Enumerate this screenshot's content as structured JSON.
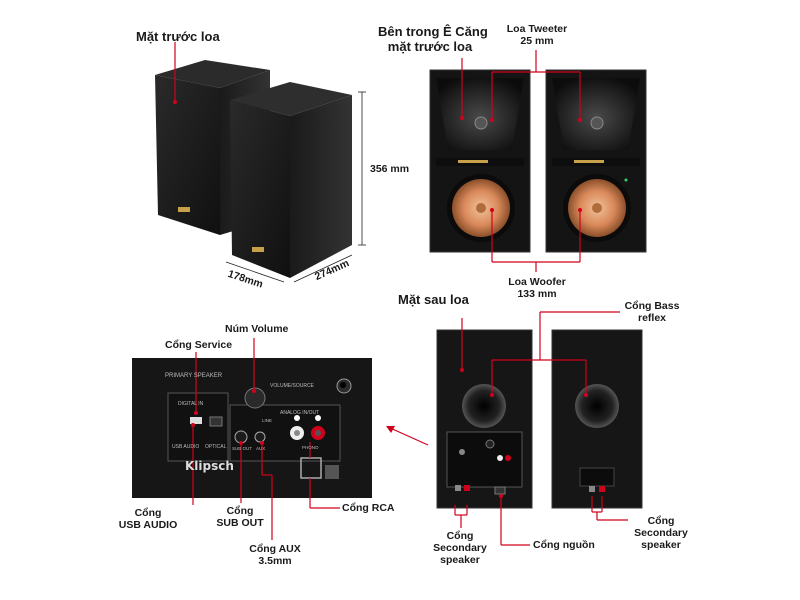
{
  "labels": {
    "mat_truoc": "Mặt trước loa",
    "ben_trong": [
      "Bên trong Ê Căng",
      "mặt trước loa"
    ],
    "tweeter": [
      "Loa Tweeter",
      "25 mm"
    ],
    "height": "356 mm",
    "width": "178mm",
    "depth": "274mm",
    "woofer": [
      "Loa Woofer",
      "133 mm"
    ],
    "mat_sau": "Mặt sau loa",
    "bass_reflex": [
      "Cổng Bass",
      "reflex"
    ],
    "volume": "Núm Volume",
    "service": "Cổng Service",
    "usb": [
      "Cổng",
      "USB AUDIO"
    ],
    "sub_out": [
      "Cổng",
      "SUB OUT"
    ],
    "aux": [
      "Cổng AUX",
      "3.5mm"
    ],
    "rca": "Cổng RCA",
    "secondary_left": [
      "Cổng",
      "Secondary",
      "speaker"
    ],
    "power": "Cổng nguồn",
    "secondary_right": [
      "Cổng",
      "Secondary",
      "speaker"
    ]
  },
  "panel_text": {
    "primary": "PRIMARY SPEAKER",
    "digital_in": "DIGITAL IN",
    "usb_audio": "USB AUDIO",
    "optical": "OPTICAL",
    "volume_source": "VOLUME/SOURCE",
    "analog": "ANALOG IN/OUT",
    "sub_out": "SUB OUT",
    "aux": "AUX",
    "phono": "PHONO",
    "line": "LINE",
    "brand": "Klipsch"
  },
  "colors": {
    "accent": "#d0021b",
    "wood": "#1b1b1b",
    "copper": "#d9895a"
  }
}
